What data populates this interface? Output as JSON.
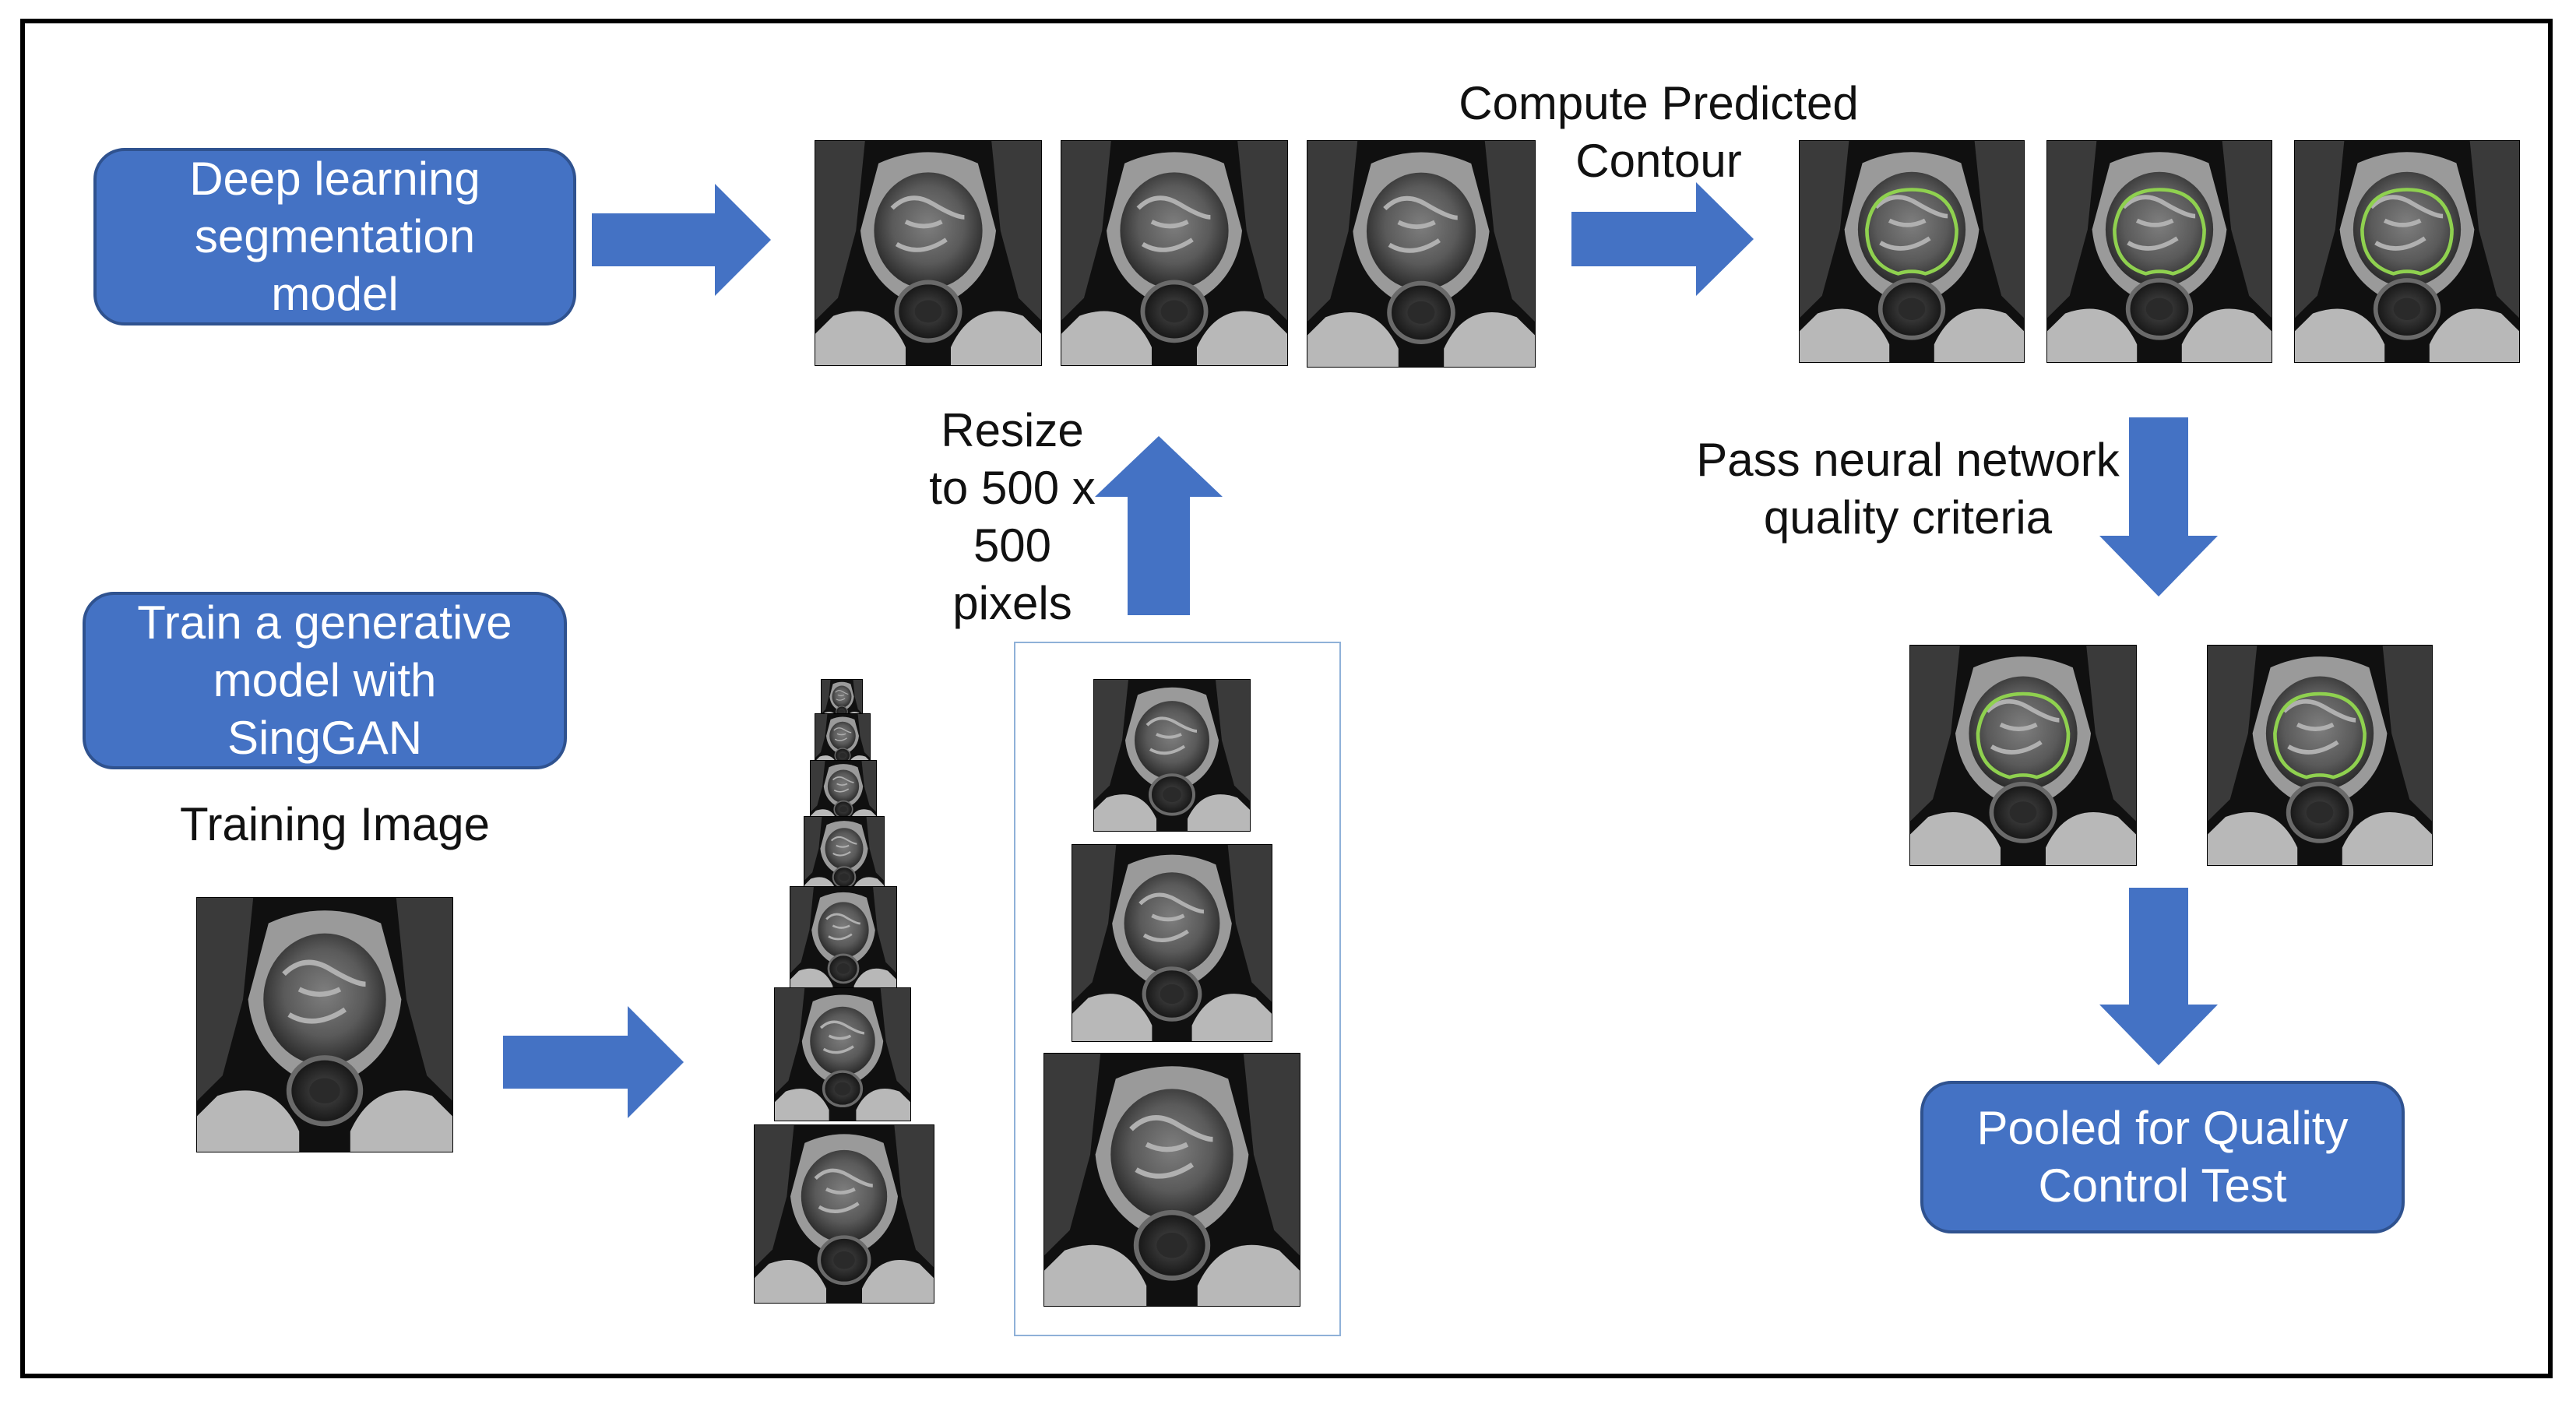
{
  "boxes": {
    "seg_model": "Deep learning\nsegmentation\nmodel",
    "singan": "Train a generative\nmodel with\nSingGAN",
    "pooled": "Pooled for Quality\nControl Test"
  },
  "labels": {
    "training_image": "Training Image",
    "resize": "Resize\nto 500 x\n500\npixels",
    "compute": "Compute Predicted\nContour",
    "pass": "Pass neural network\nquality criteria"
  },
  "colors": {
    "box_fill": "#4472c4",
    "box_border": "#2f528f",
    "arrow": "#4472c4",
    "contour": "#8fd14f"
  }
}
